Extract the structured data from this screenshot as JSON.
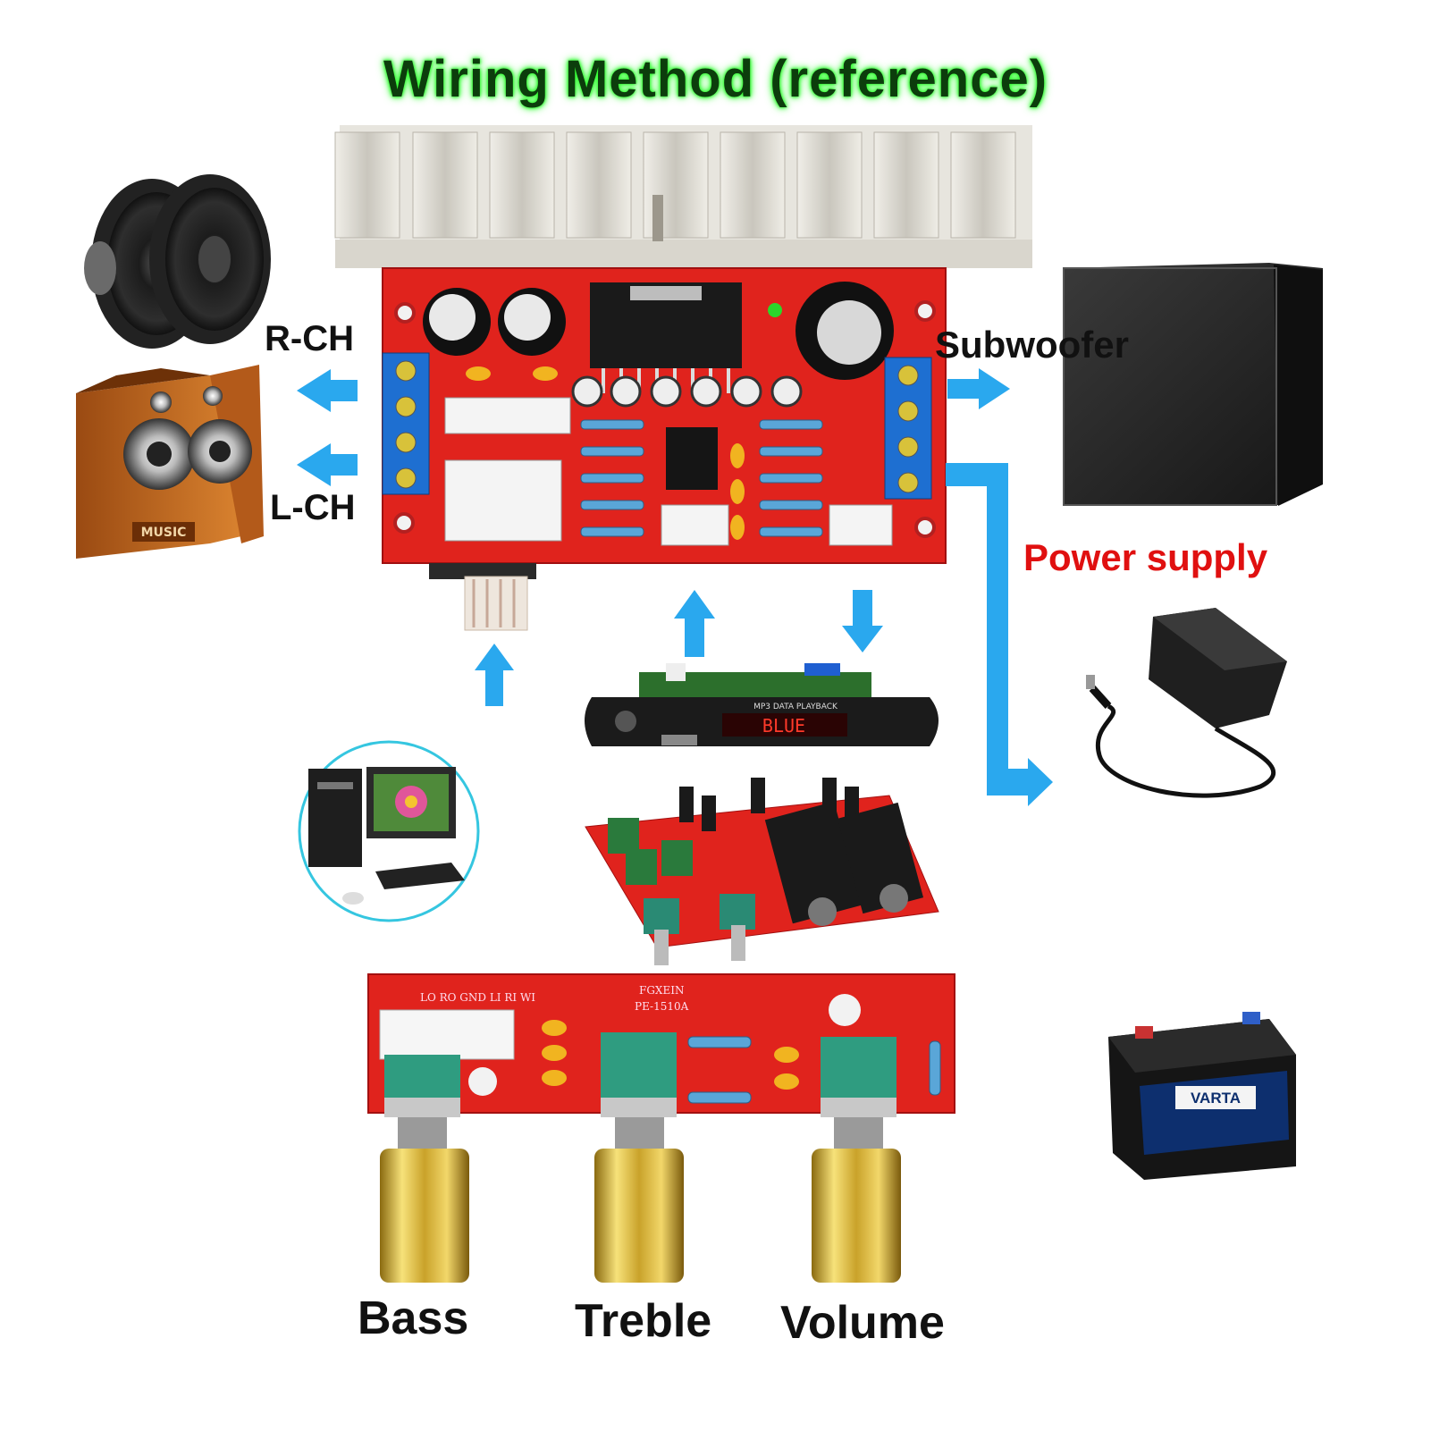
{
  "title": "Wiring Method (reference)",
  "labels": {
    "right_channel": "R-CH",
    "left_channel": "L-CH",
    "subwoofer": "Subwoofer",
    "power_supply": "Power supply",
    "bass": "Bass",
    "treble": "Treble",
    "volume": "Volume"
  },
  "board_text": {
    "mp3_module": "MP3 DATA PLAYBACK",
    "mp3_display": "BLUE",
    "tone_header": "LO  RO  GND  LI  RI  WI",
    "tone_model_1": "FGXEIN",
    "tone_model_2": "PE-1510A",
    "battery_brand": "VARTA",
    "speaker_badge": "MUSIC"
  },
  "colors": {
    "arrow": "#2aa8ee",
    "pcb_red": "#e0231d",
    "title_glow": "#34ff34",
    "power_label": "#e01010"
  }
}
